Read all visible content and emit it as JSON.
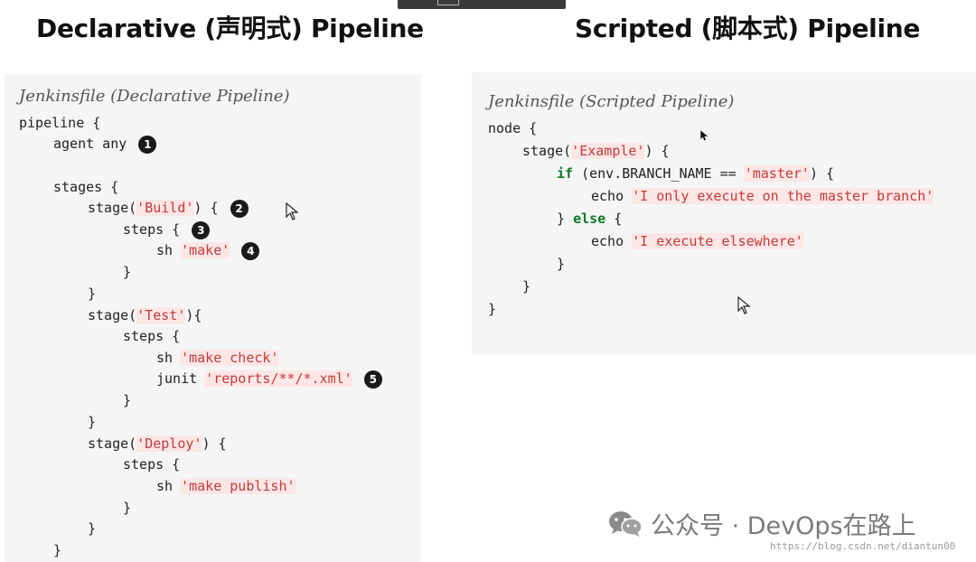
{
  "headings": {
    "left": "Declarative (声明式) Pipeline",
    "right": "Scripted (脚本式)  Pipeline"
  },
  "declarative": {
    "title": "Jenkinsfile (Declarative Pipeline)",
    "t_pipeline": "pipeline {",
    "t_agent": "agent any",
    "t_stages": "stages {",
    "t_stage": "stage(",
    "s_build": "'Build'",
    "t_brace_open": ") {",
    "t_steps": "steps {",
    "t_sh": "sh ",
    "s_make": "'make'",
    "t_close": "}",
    "s_test": "'Test'",
    "t_brace_open_nospace": "){",
    "s_make_check": "'make check'",
    "t_junit": "junit ",
    "s_reports": "'reports/**/*.xml'",
    "s_deploy": "'Deploy'",
    "s_make_publish": "'make publish'",
    "markers": [
      "1",
      "2",
      "3",
      "4",
      "5"
    ]
  },
  "scripted": {
    "title": "Jenkinsfile (Scripted Pipeline)",
    "t_node": "node {",
    "t_stage": "stage(",
    "s_example": "'Example'",
    "t_brace_open": ") {",
    "kw_if": "if",
    "t_cond": " (env.BRANCH_NAME == ",
    "s_master": "'master'",
    "t_echo": "echo ",
    "s_only_master": "'I only execute on the master branch'",
    "t_close": "}",
    "kw_else": "else",
    "t_open": " {",
    "s_elsewhere": "'I execute elsewhere'"
  },
  "watermark": {
    "text": "公众号 · DevOps在路上",
    "url": "https://blog.csdn.net/diantun00",
    "icon": "wechat-icon"
  }
}
